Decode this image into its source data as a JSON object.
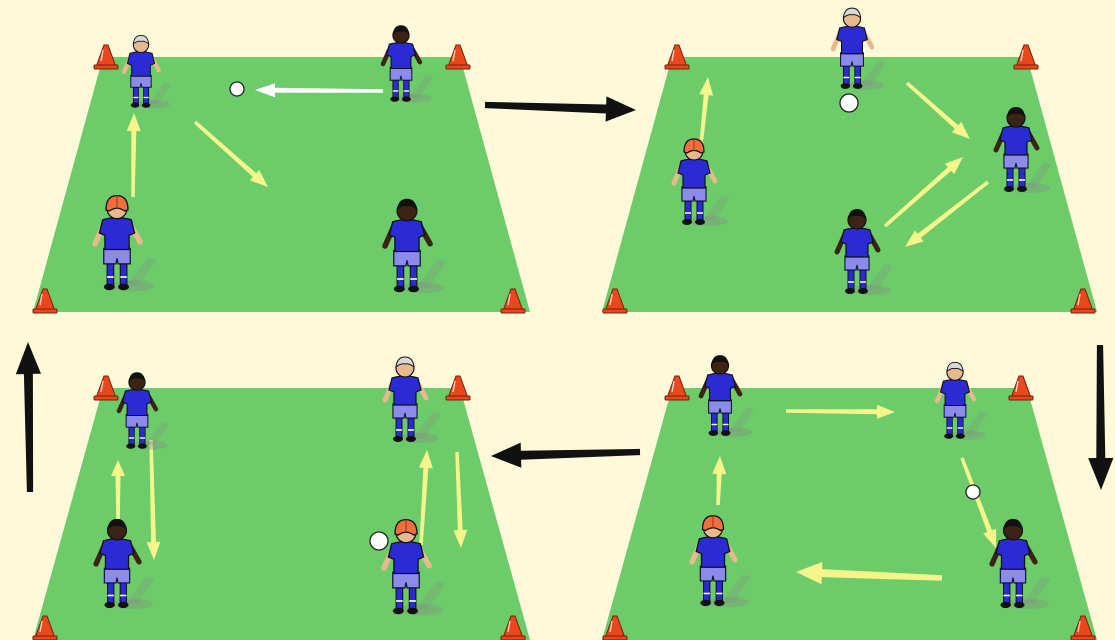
{
  "colors": {
    "background": "#fdf9d9",
    "pitch": "#6ccc6a",
    "cone": "#e8481c",
    "cone_highlight": "#ffffff",
    "kit_shirt": "#2b2bd6",
    "kit_shorts": "#ffffff",
    "socks": "#2b2bd6",
    "skin_dark": "#3b2414",
    "skin_light": "#e8b98c",
    "hair_light": "#d8d8d8",
    "headgear": "#ee6f3e",
    "ball": "#ffffff",
    "pass_arrow": "#f6f58c",
    "ball_arrow": "#ffffff",
    "flow_arrow": "#111111",
    "shadow": "#888888"
  },
  "icons": {
    "cone": "cone-icon",
    "player": "player-icon",
    "ball": "ball-icon",
    "pass_arrow": "pass-arrow-icon",
    "flow_arrow": "sequence-arrow-icon"
  },
  "diagram": {
    "panels": [
      {
        "id": "top-left",
        "step": 1
      },
      {
        "id": "top-right",
        "step": 2
      },
      {
        "id": "bottom-right",
        "step": 3
      },
      {
        "id": "bottom-left",
        "step": 4
      }
    ],
    "sequence": [
      "top-left",
      "top-right",
      "bottom-right",
      "bottom-left",
      "top-left"
    ]
  }
}
